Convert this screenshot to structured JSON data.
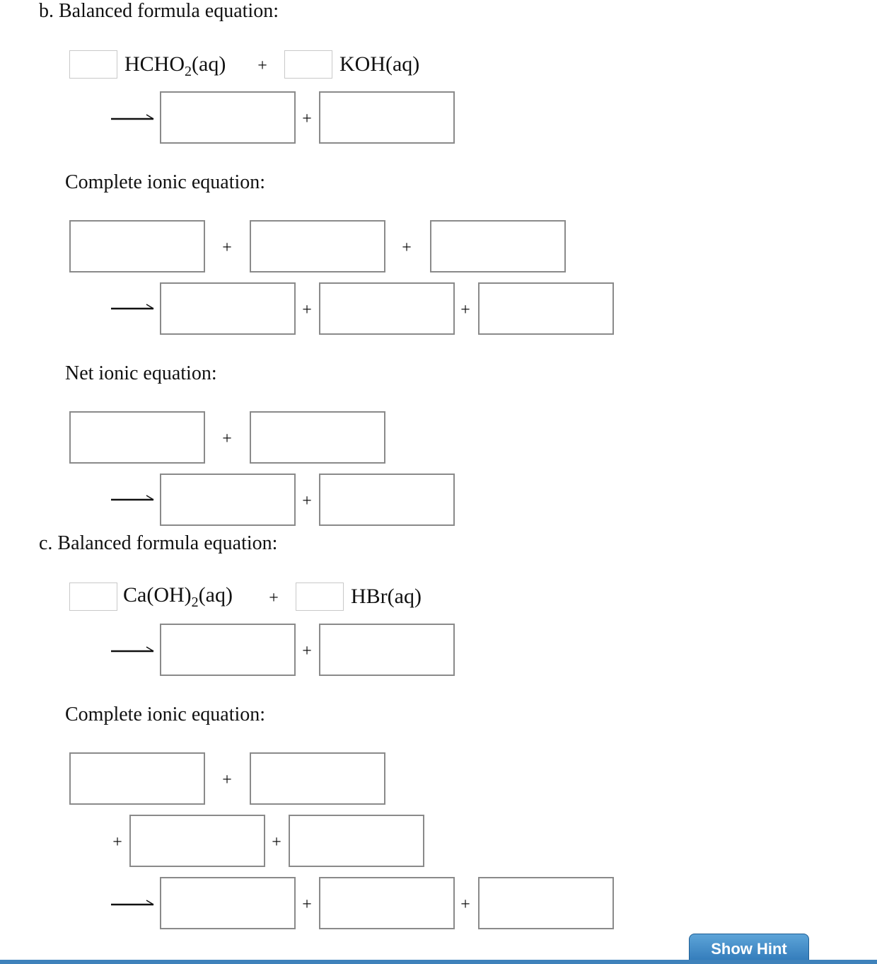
{
  "part_b": {
    "heading": "b. Balanced formula equation:",
    "reactant1": {
      "formula": "HCHO",
      "subscript": "2",
      "state": "(aq)"
    },
    "reactant2": {
      "formula": "KOH(aq)"
    },
    "complete_ionic_heading": "Complete ionic equation:",
    "net_ionic_heading": "Net ionic equation:"
  },
  "part_c": {
    "heading": "c. Balanced formula equation:",
    "reactant1": {
      "formula": "Ca(OH)",
      "subscript": "2",
      "state": "(aq)"
    },
    "reactant2": {
      "formula": "HBr(aq)"
    },
    "complete_ionic_heading": "Complete ionic equation:"
  },
  "symbols": {
    "plus": "+"
  },
  "hint_button": {
    "label": "Show Hint"
  },
  "colors": {
    "box_border": "#8a8a8a",
    "button_blue": "#2f78b8"
  }
}
